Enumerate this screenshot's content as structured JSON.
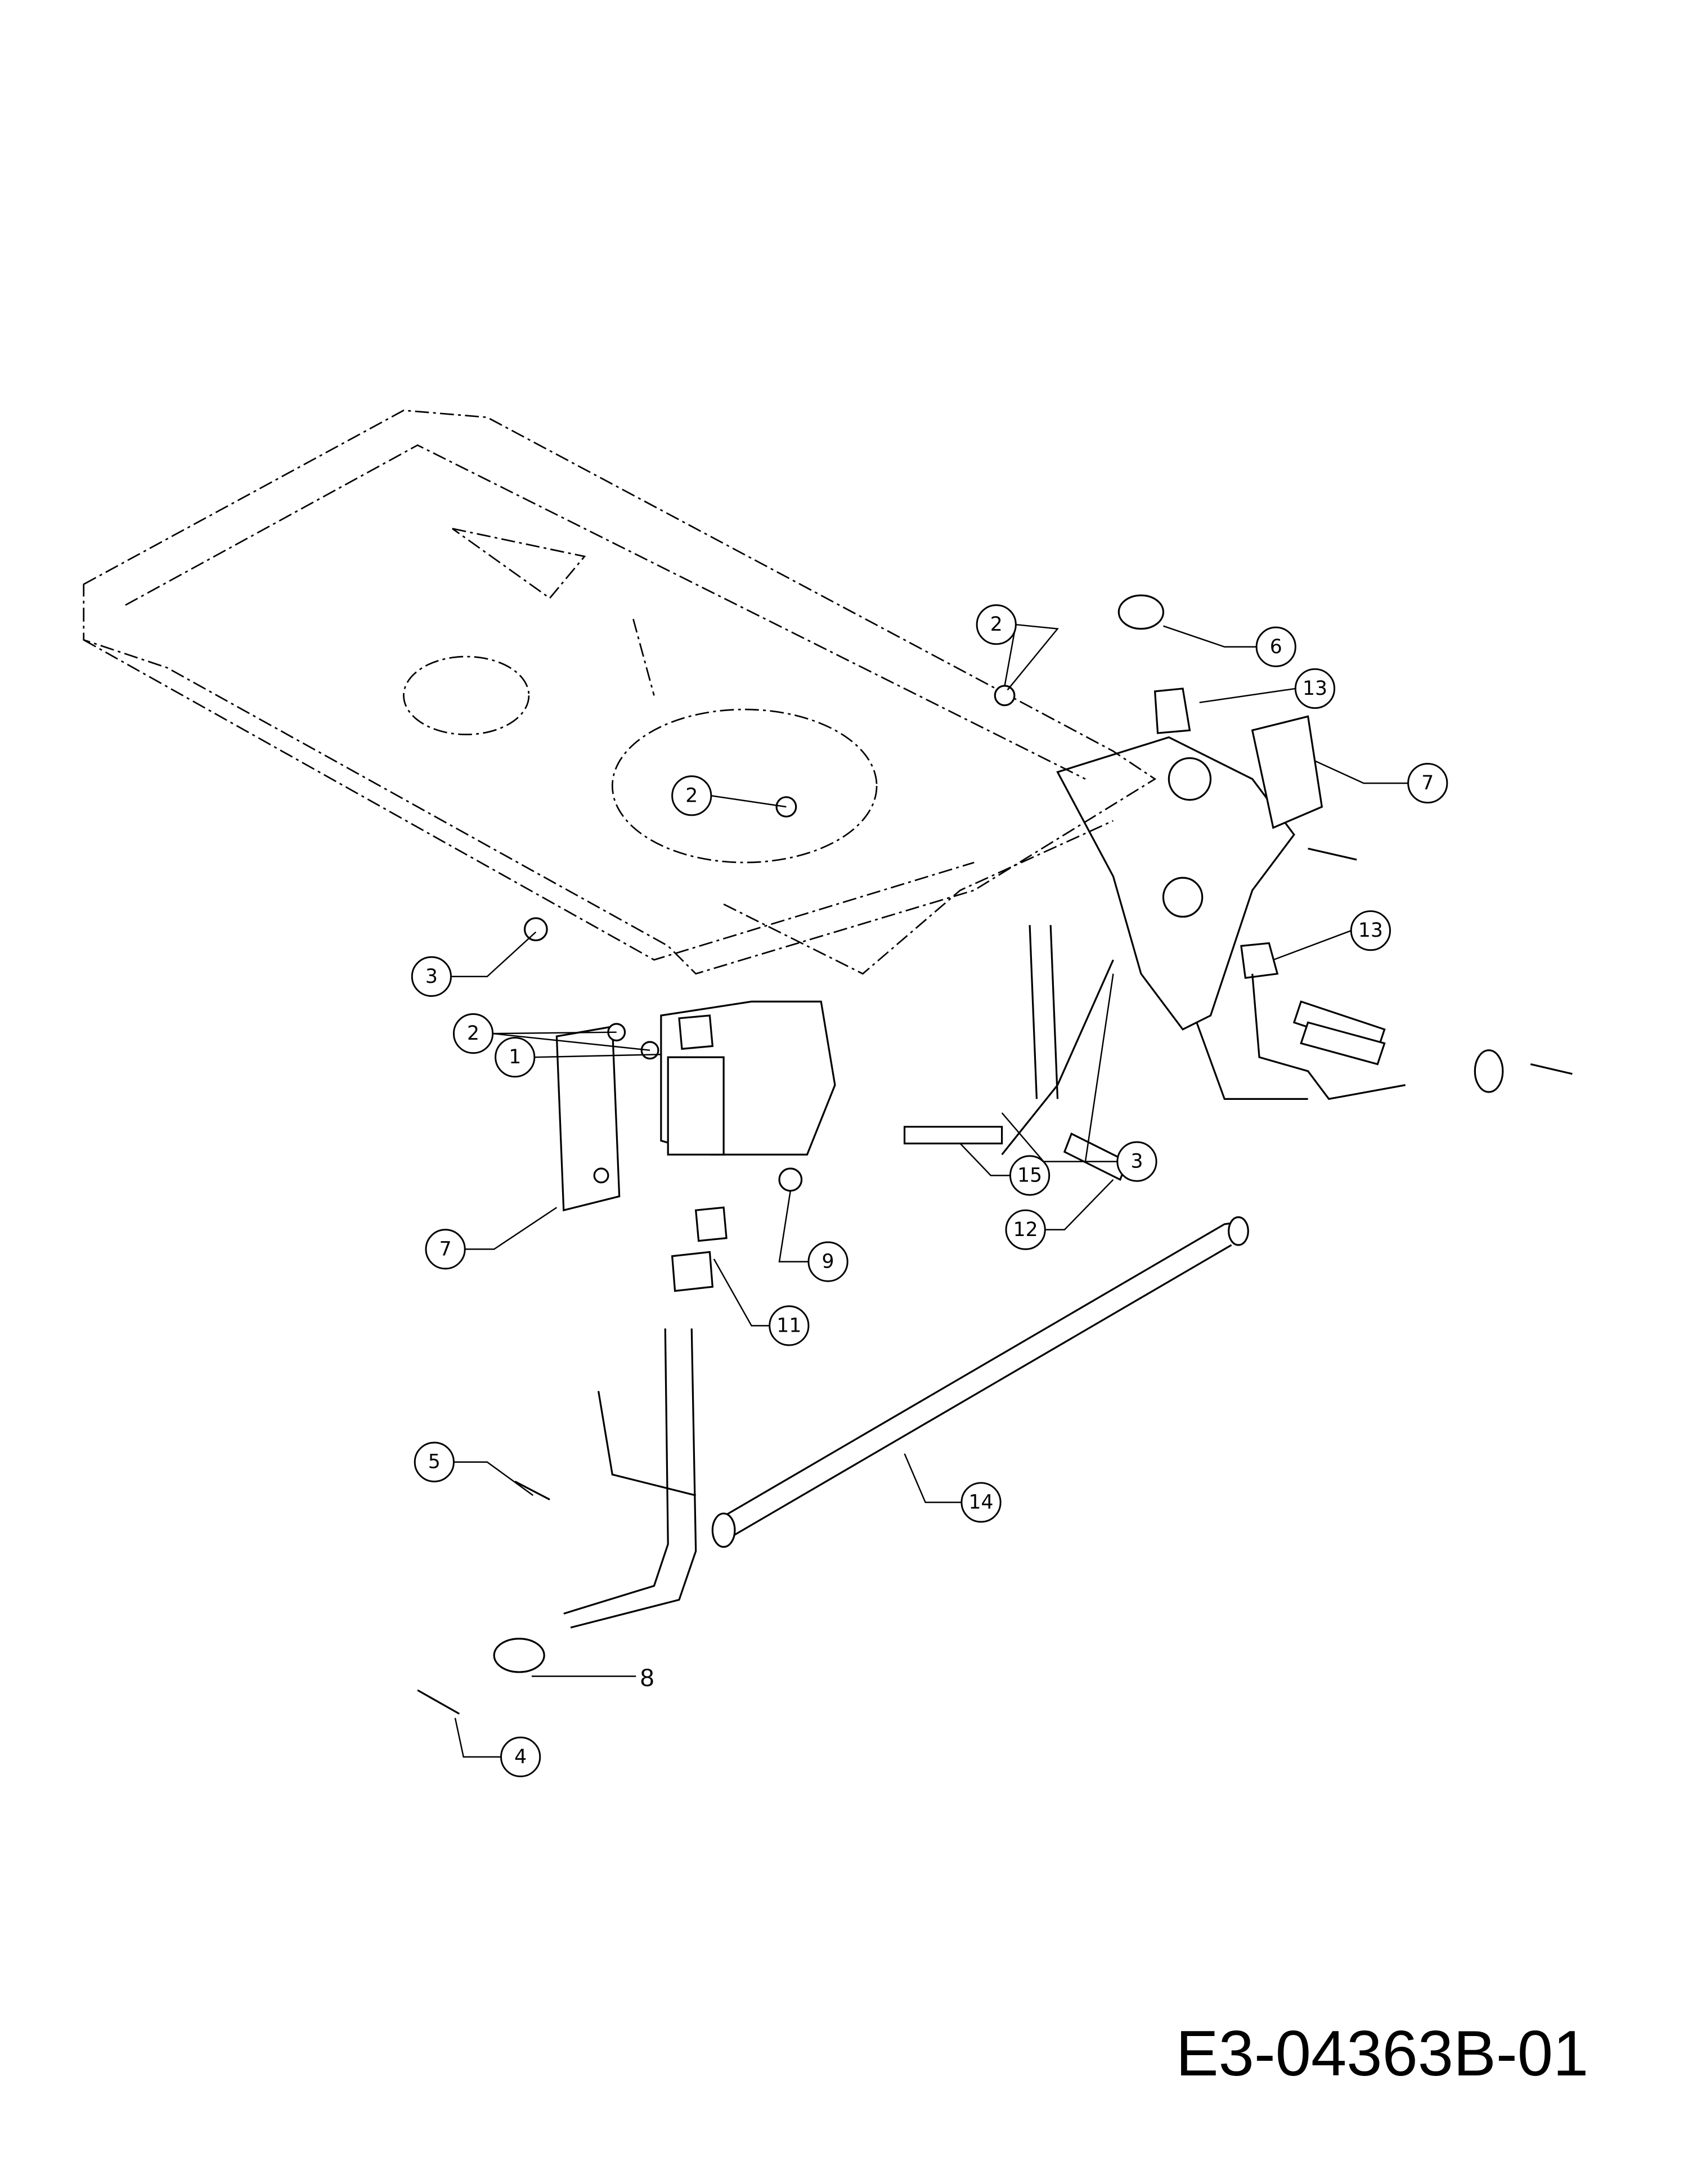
{
  "diagram": {
    "drawing_number": "E3-04363B-01",
    "callouts": {
      "c2a": "2",
      "c6": "6",
      "c13a": "13",
      "c7a": "7",
      "c2b": "2",
      "c13b": "13",
      "c3a": "3",
      "c2c": "2",
      "c1": "1",
      "c3b": "3",
      "c15": "15",
      "c12": "12",
      "c7b": "7",
      "c9": "9",
      "c11": "11",
      "c5": "5",
      "c14": "14",
      "c8": "8",
      "c4": "4"
    }
  }
}
